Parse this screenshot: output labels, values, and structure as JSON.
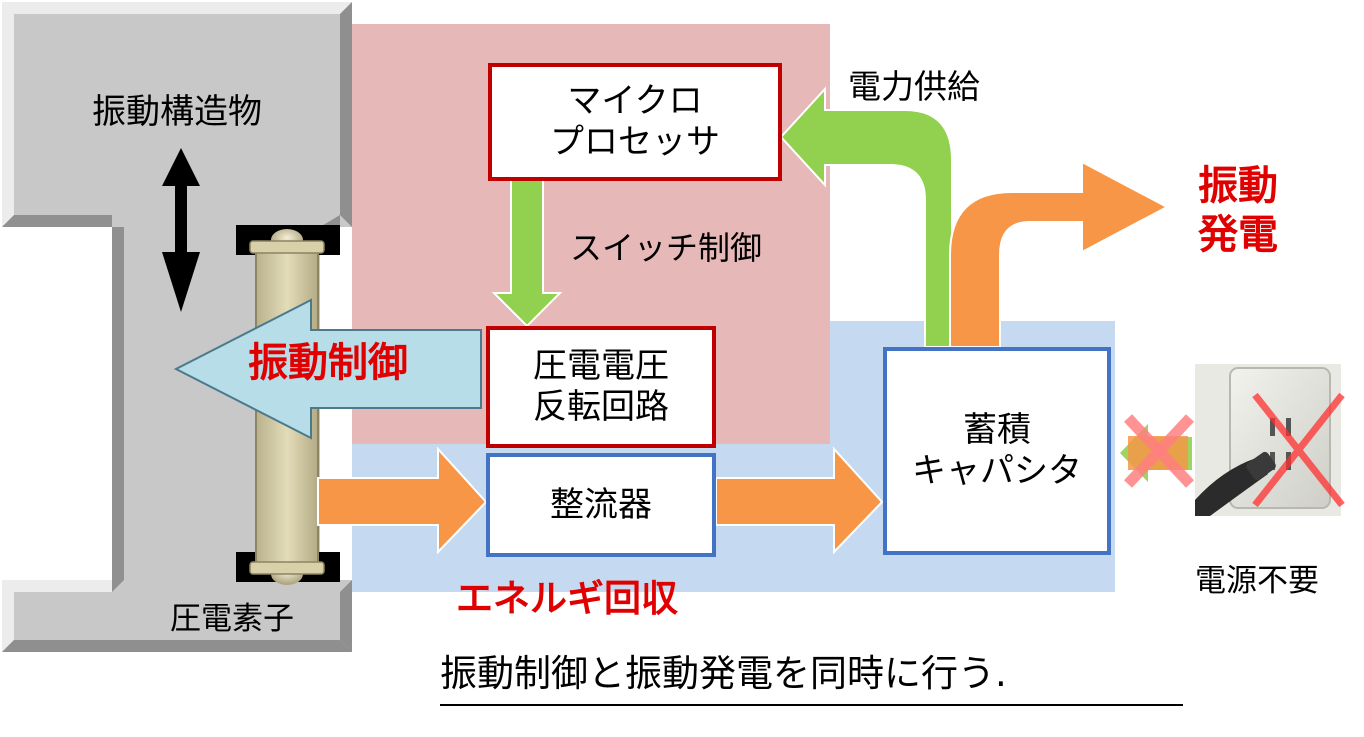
{
  "structure": {
    "label": "振動構造物"
  },
  "piezo": {
    "label": "圧電素子"
  },
  "processor": {
    "line1": "マイクロ",
    "line2": "プロセッサ"
  },
  "switch_control": {
    "label": "スイッチ制御"
  },
  "inverter": {
    "line1": "圧電電圧",
    "line2": "反転回路"
  },
  "rectifier": {
    "label": "整流器"
  },
  "capacitor": {
    "line1": "蓄積",
    "line2": "キャパシタ"
  },
  "power_supply": {
    "label": "電力供給"
  },
  "vibration_control": {
    "label": "振動制御"
  },
  "vibration_generation": {
    "line1": "振動",
    "line2": "発電"
  },
  "energy_recovery": {
    "label": "エネルギ回収"
  },
  "no_power_source": {
    "label": "電源不要"
  },
  "caption": {
    "text": "振動制御と振動発電を同時に行う."
  },
  "colors": {
    "control_region": "#e6b8b7",
    "recovery_region": "#c5d9f0",
    "red_accent": "#e00000",
    "green_arrow": "#92d050",
    "orange_arrow": "#f79646",
    "light_blue_arrow": "#b7dde8",
    "structure_gray": "#c8c8c8"
  }
}
